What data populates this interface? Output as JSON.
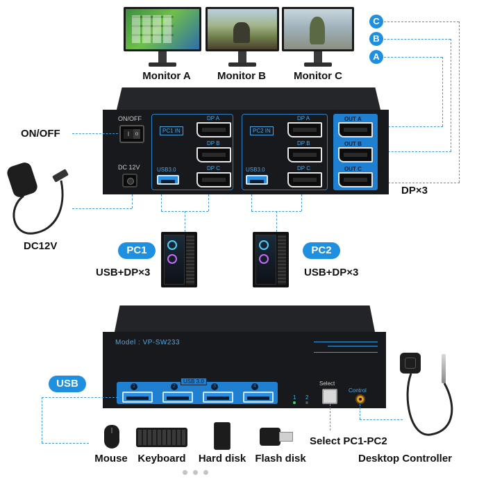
{
  "monitors": [
    {
      "label": "Monitor A"
    },
    {
      "label": "Monitor B"
    },
    {
      "label": "Monitor C"
    }
  ],
  "output_badges": [
    "C",
    "B",
    "A"
  ],
  "front": {
    "on_off_label": "ON/OFF",
    "panel_on_off": "ON/OFF",
    "panel_dc": "DC 12V",
    "pc1_in": "PC1 IN",
    "pc2_in": "PC2 IN",
    "usb30": "USB3.0",
    "dp_a": "DP A",
    "dp_b": "DP B",
    "dp_c": "DP C",
    "out_a": "OUT A",
    "out_b": "OUT B",
    "out_c": "OUT C",
    "dp_x3": "DP×3",
    "dc12v": "DC12V"
  },
  "pcs": [
    {
      "badge": "PC1",
      "desc": "USB+DP×3"
    },
    {
      "badge": "PC2",
      "desc": "USB+DP×3"
    }
  ],
  "back": {
    "model": "Model : VP-SW233",
    "usb_pill": "USB",
    "usb_label": "USB 3.0",
    "port_numbers": [
      "1",
      "2",
      "3",
      "4"
    ],
    "led_1": "1",
    "led_2": "2",
    "select": "Select",
    "control": "Control",
    "select_label": "Select PC1-PC2",
    "controller_label": "Desktop Controller"
  },
  "peripherals": [
    {
      "label": "Mouse"
    },
    {
      "label": "Keyboard"
    },
    {
      "label": "Hard disk"
    },
    {
      "label": "Flash disk"
    }
  ],
  "colors": {
    "accent": "#1f8fe0",
    "device": "#1b1c1f",
    "panel_line": "#3f9be0"
  }
}
